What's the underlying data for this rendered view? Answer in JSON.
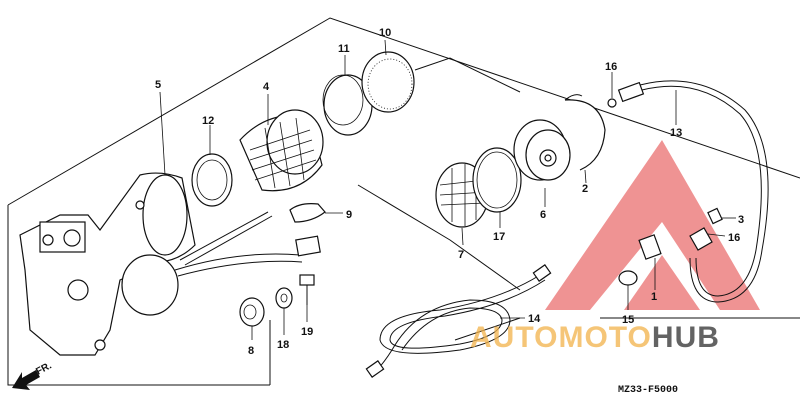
{
  "diagram": {
    "code": "MZ33-F5000",
    "direction_label": "FR.",
    "callouts": [
      "1",
      "2",
      "3",
      "4",
      "5",
      "6",
      "7",
      "8",
      "9",
      "10",
      "11",
      "12",
      "13",
      "14",
      "15",
      "16",
      "16",
      "17",
      "18",
      "19"
    ]
  },
  "watermark": {
    "part1": "AUTO",
    "part2": "MOTO",
    "part3": "HUB",
    "colors": {
      "orange": "#f2b24a",
      "red": "#e23b3b",
      "dark": "#3c3c3c"
    }
  }
}
